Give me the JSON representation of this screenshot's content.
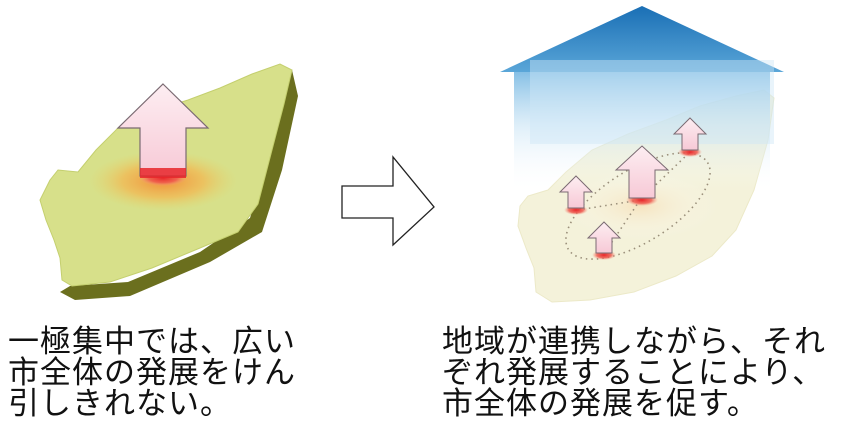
{
  "captions": {
    "left": {
      "lines": [
        "一極集中では、広い",
        "市全体の発展をけん",
        "引しきれない。"
      ]
    },
    "right": {
      "lines": [
        "地域が連携しながら、それ",
        "ぞれ発展することにより、",
        "市全体の発展を促す。"
      ]
    }
  },
  "colors": {
    "land_fill": "#d7e08a",
    "land_side": "#6b6f1e",
    "concentration_halo": "#f2b24a",
    "hotspot_red": "#e8262a",
    "growth_arrow": "#fbe1e8",
    "roof_blue": "#1a6fb5",
    "network_ring": "#9a8f7a"
  },
  "icons": {
    "left_figure": "single-growth-arrow-on-region-map",
    "transition": "outline-right-arrow",
    "right_figure": "house-roof-over-multi-hub-network"
  }
}
